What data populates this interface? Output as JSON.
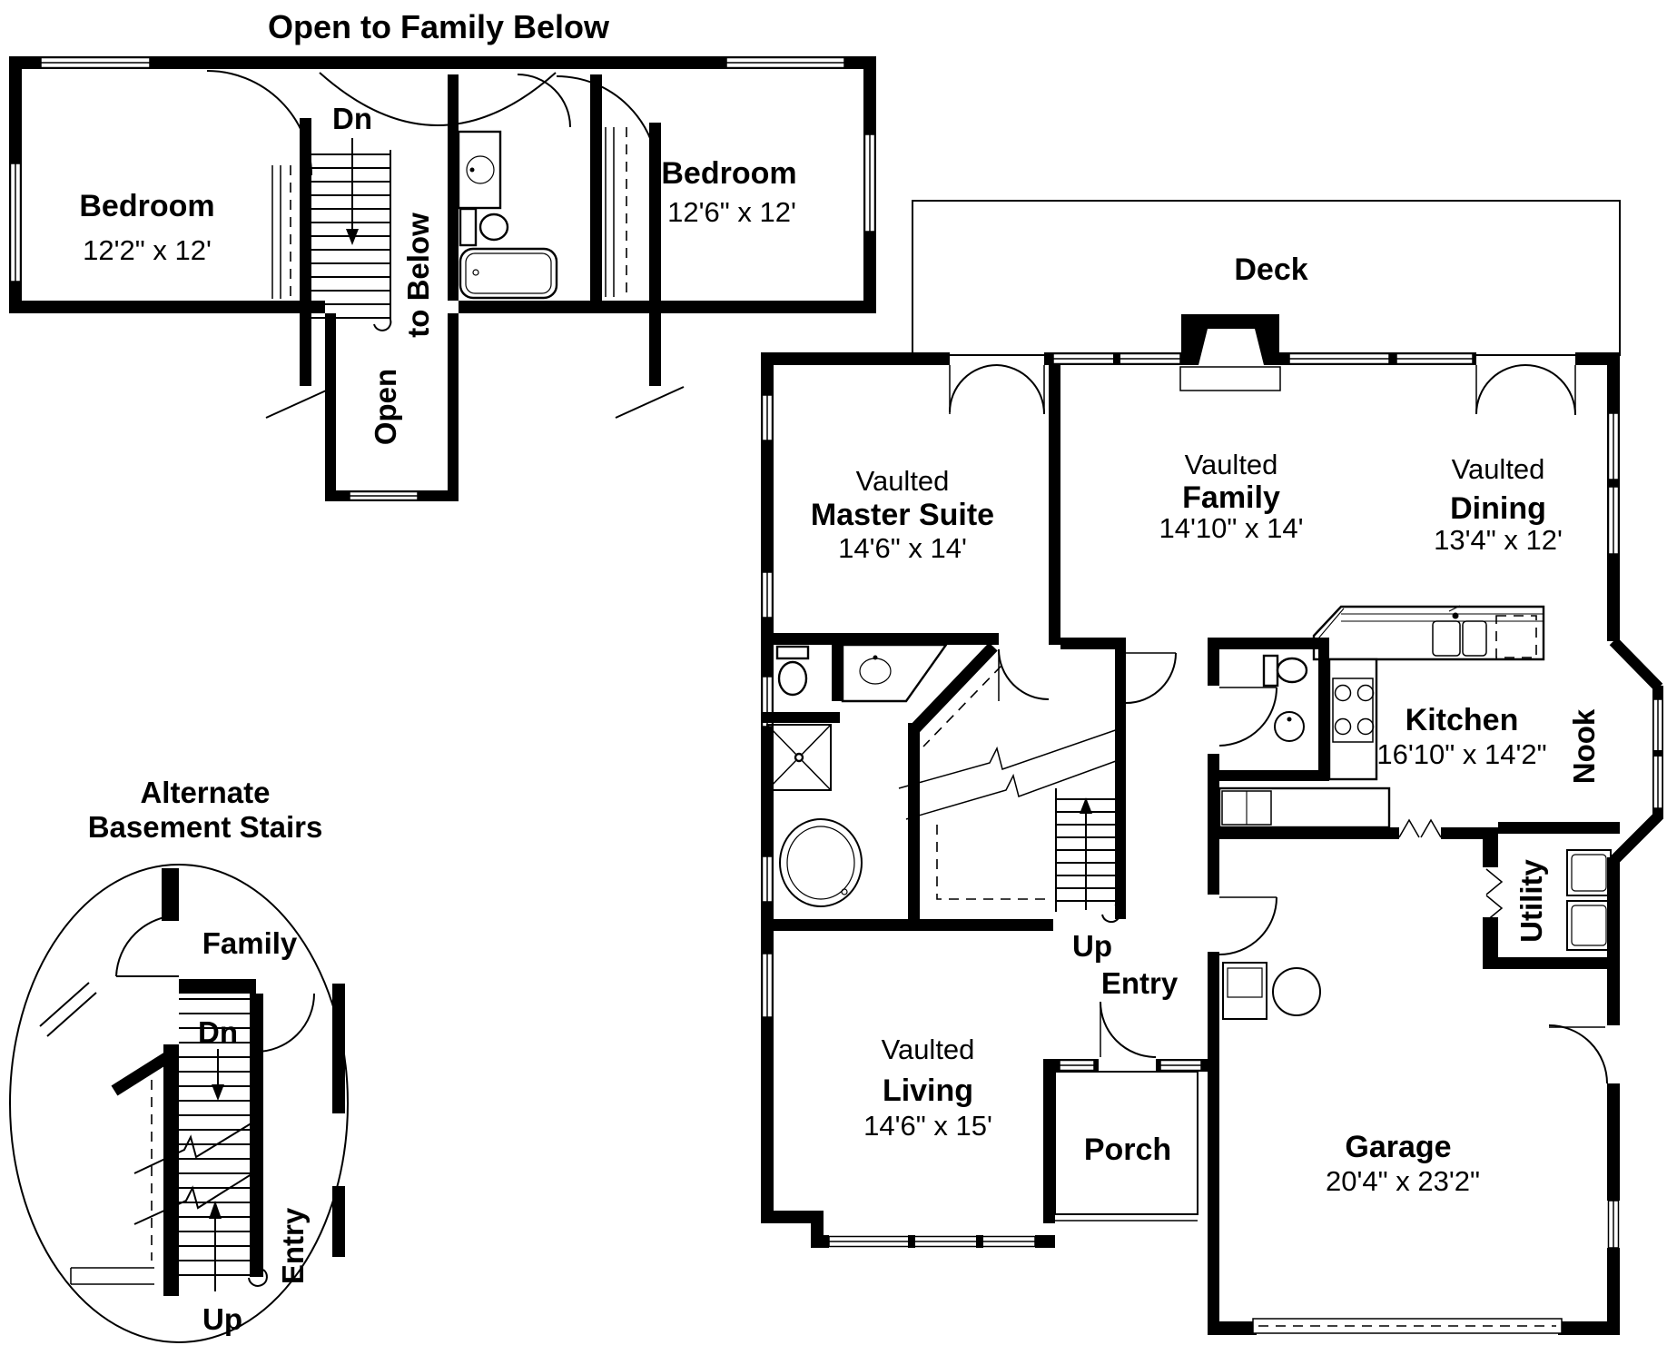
{
  "colors": {
    "ink": "#000000",
    "paper": "#ffffff"
  },
  "upper_floor": {
    "title": "Open to Family Below",
    "stairs_down_label": "Dn",
    "to_below_label": "to Below",
    "open_label": "Open",
    "bedroom_left": {
      "name": "Bedroom",
      "dims": "12'2\" x 12'"
    },
    "bedroom_right": {
      "name": "Bedroom",
      "dims": "12'6\" x 12'"
    }
  },
  "alternate_stairs": {
    "title_line1": "Alternate",
    "title_line2": "Basement Stairs",
    "family_label": "Family",
    "down_label": "Dn",
    "up_label": "Up",
    "entry_label": "Entry"
  },
  "main_floor": {
    "deck_label": "Deck",
    "master_suite": {
      "prefix": "Vaulted",
      "name": "Master Suite",
      "dims": "14'6\" x 14'"
    },
    "family_room": {
      "prefix": "Vaulted",
      "name": "Family",
      "dims": "14'10\" x 14'"
    },
    "dining": {
      "prefix": "Vaulted",
      "name": "Dining",
      "dims": "13'4\" x 12'"
    },
    "kitchen": {
      "name": "Kitchen",
      "dims": "16'10\" x 14'2\""
    },
    "nook_label": "Nook",
    "utility_label": "Utility",
    "up_label": "Up",
    "entry_label": "Entry",
    "porch_label": "Porch",
    "living": {
      "prefix": "Vaulted",
      "name": "Living",
      "dims": "14'6\" x 15'"
    },
    "garage": {
      "name": "Garage",
      "dims": "20'4\" x 23'2\""
    }
  }
}
